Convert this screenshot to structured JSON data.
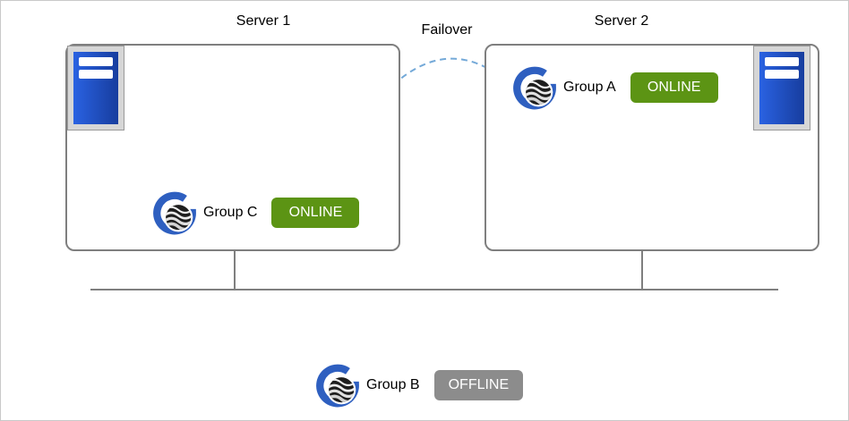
{
  "labels": {
    "failover": "Failover"
  },
  "servers": [
    {
      "title": "Server 1",
      "group": {
        "name": "Group C",
        "status": "ONLINE"
      }
    },
    {
      "title": "Server 2",
      "group": {
        "name": "Group A",
        "status": "ONLINE"
      }
    }
  ],
  "offline_group": {
    "name": "Group B",
    "status": "OFFLINE"
  },
  "colors": {
    "status_online": "#5c9414",
    "status_offline": "#8c8c8c",
    "box_border": "#7f7f7f",
    "failover_arrow": "#74a9d8",
    "logo_blue": "#2e5fc0",
    "server_icon_blue": "#1d4ec9"
  },
  "icons": {
    "cluster_group": "cluster-group-icon",
    "server_tower": "server-icon",
    "failover_arrow": "failover-arrow-icon"
  }
}
